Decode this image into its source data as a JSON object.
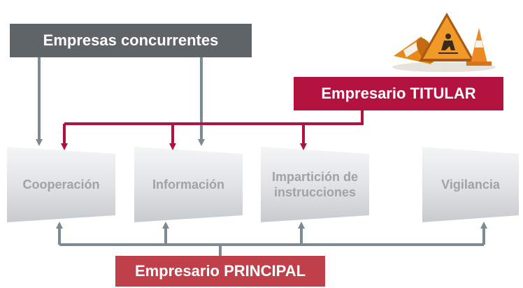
{
  "top_source": "Empresas concurrentes",
  "titular": "Empresario TITULAR",
  "principal": "Empresario PRINCIPAL",
  "steps": [
    "Cooperación",
    "Información",
    "Impartición de\ninstrucciones",
    "Vigilancia"
  ],
  "colors": {
    "concurrentes": "#5f6468",
    "titular": "#b3123f",
    "principal": "#c0404a",
    "gray_arrow": "#7d8a92",
    "red_arrow": "#b3123f"
  },
  "illustration": "construction-cones-and-worker-sign"
}
